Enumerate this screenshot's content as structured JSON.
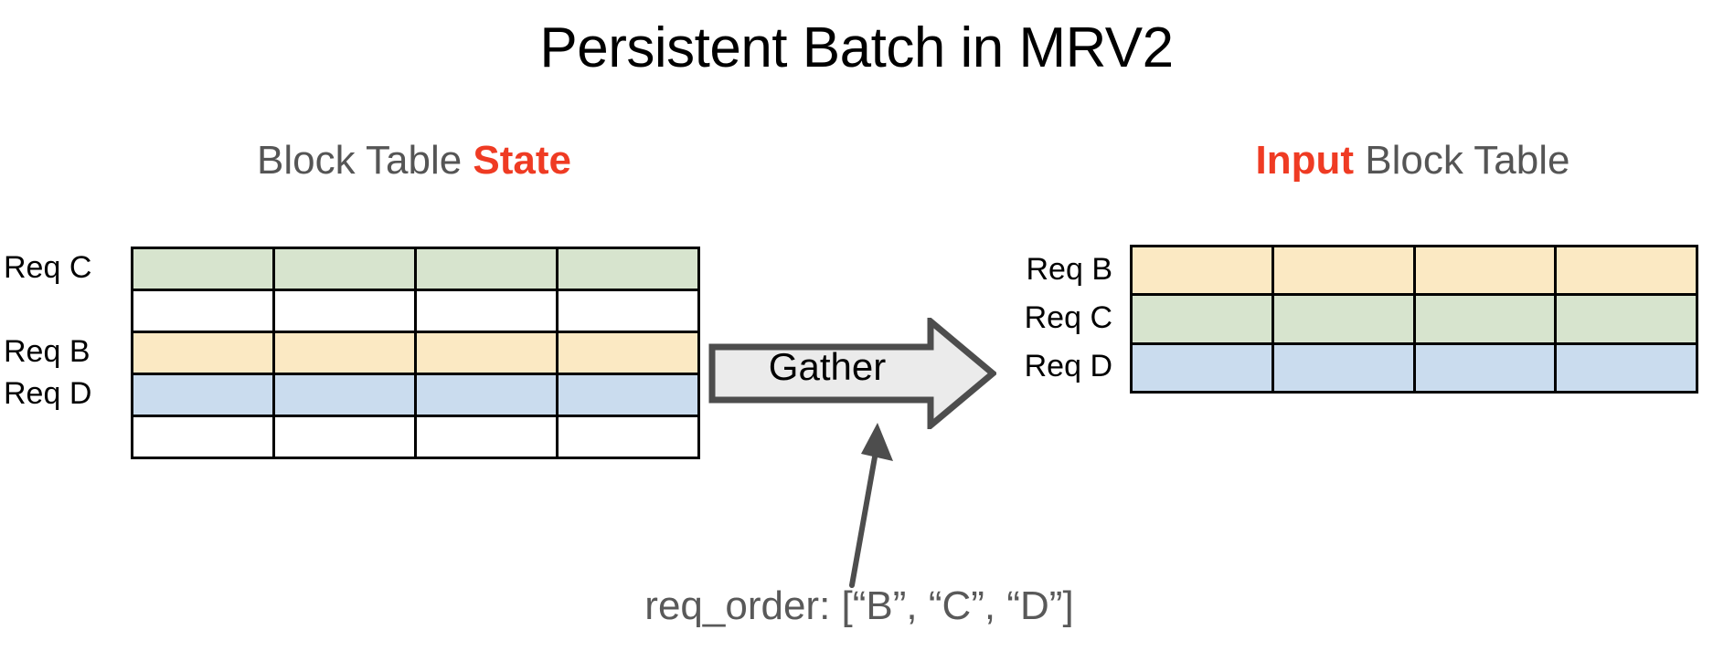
{
  "title": "Persistent Batch in MRV2",
  "colors": {
    "accent_red": "#ef3b23",
    "heading_gray": "#555555",
    "caption_gray": "#595959",
    "cell_green": "#d7e4ce",
    "cell_yellow": "#fbe9c3",
    "cell_blue": "#cadcee",
    "cell_empty": "#ffffff",
    "cell_border": "#000000",
    "arrow_fill": "#ebebeb",
    "arrow_stroke": "#4d4d4d",
    "pointer_fill": "#4d4d4d"
  },
  "left_panel": {
    "heading_prefix": "Block Table ",
    "heading_highlight": "State",
    "columns": 4,
    "rows": [
      {
        "label": "Req C",
        "fill": "#d7e4ce",
        "has_label": true
      },
      {
        "label": "",
        "fill": "#ffffff",
        "has_label": false
      },
      {
        "label": "Req B",
        "fill": "#fbe9c3",
        "has_label": true
      },
      {
        "label": "Req D",
        "fill": "#cadcee",
        "has_label": true
      },
      {
        "label": "",
        "fill": "#ffffff",
        "has_label": false
      }
    ]
  },
  "right_panel": {
    "heading_highlight": "Input",
    "heading_suffix": " Block Table",
    "columns": 4,
    "rows": [
      {
        "label": "Req B",
        "fill": "#fbe9c3",
        "has_label": true
      },
      {
        "label": "Req C",
        "fill": "#d7e4ce",
        "has_label": true
      },
      {
        "label": "Req D",
        "fill": "#cadcee",
        "has_label": true
      }
    ]
  },
  "gather": {
    "label": "Gather"
  },
  "caption": {
    "text": "req_order: [“B”, “C”, “D”]"
  }
}
